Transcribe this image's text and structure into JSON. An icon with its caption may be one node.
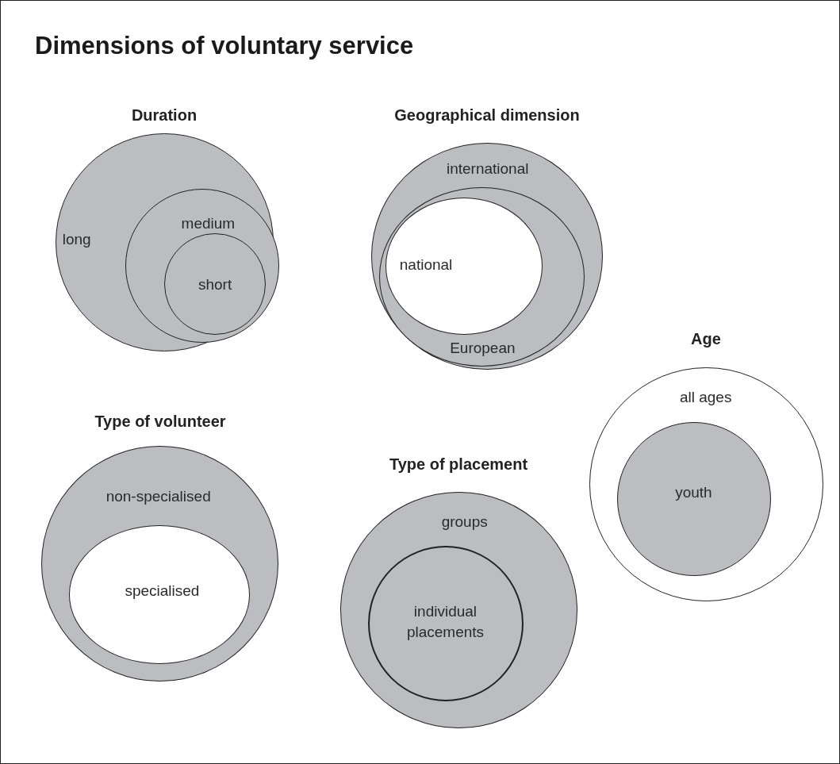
{
  "diagram": {
    "title": "Dimensions of voluntary service",
    "nodes": [
      {
        "text": [
          "Duration",
          "long"
        ]
      },
      {
        "text": [
          "medium"
        ],
        "in": 0
      },
      {
        "text": [
          "short"
        ],
        "in": 1
      },
      {
        "text": [
          "Geographical dimension",
          "international"
        ]
      },
      {
        "text": [
          "European"
        ],
        "in": 3
      },
      {
        "text": [
          "national"
        ],
        "in": 4
      },
      {
        "text": [
          "Type of volunteer",
          "non-specialised"
        ]
      },
      {
        "text": [
          "specialised"
        ],
        "in": 6
      },
      {
        "text": [
          "Type of placement",
          "groups"
        ]
      },
      {
        "text": [
          "individual placements"
        ],
        "in": 8
      },
      {
        "text": [
          "Age",
          "all ages"
        ]
      },
      {
        "text": [
          "youth"
        ],
        "in": 10
      }
    ]
  }
}
